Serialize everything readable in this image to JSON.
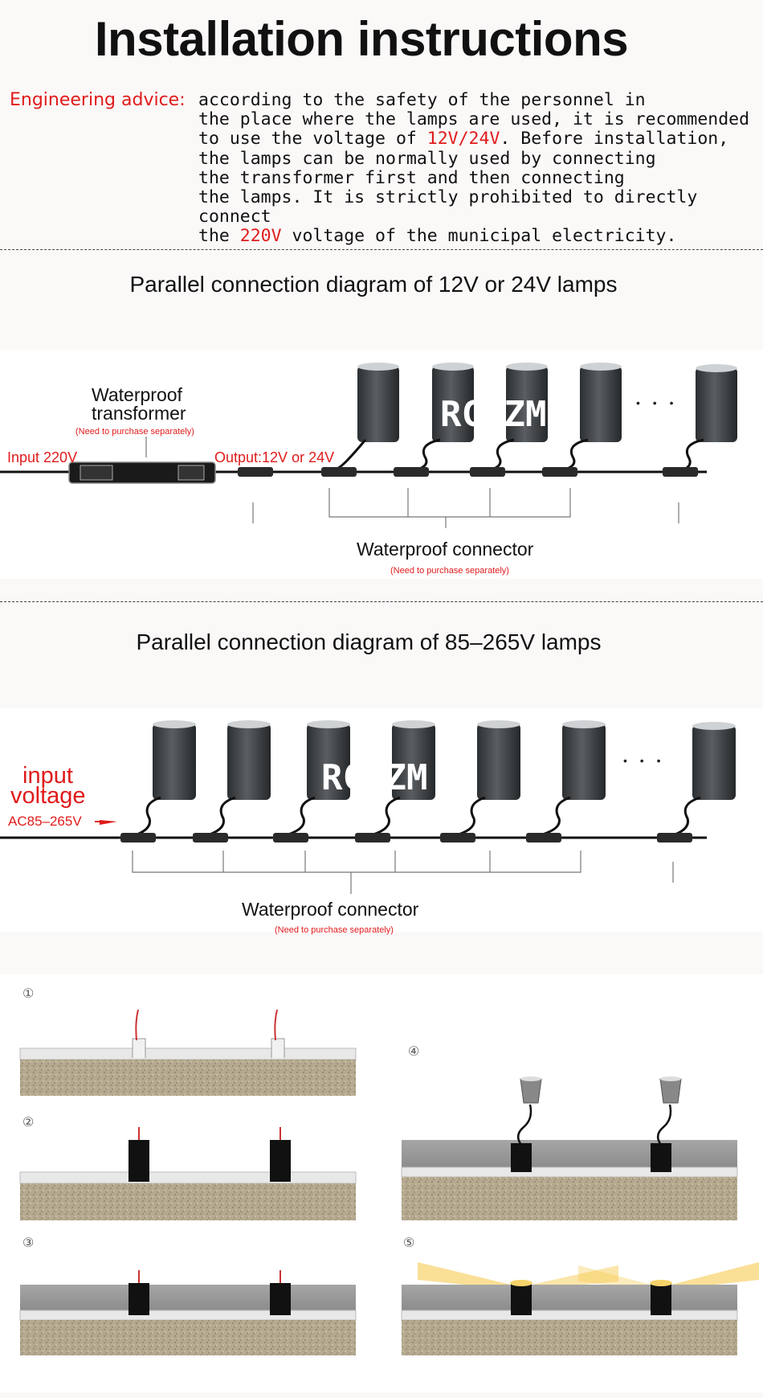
{
  "title": "Installation instructions",
  "advice": {
    "label": "Engineering advice:",
    "line1": "according to the safety of the personnel in",
    "line2": "the place where the lamps are used, it is recommended",
    "line3_pre": "to use the voltage of ",
    "line3_red": "12V/24V",
    "line3_post": ". Before installation,",
    "line4": "the lamps can be normally used by connecting",
    "line5": "the transformer first and then connecting",
    "line6": "the lamps. It is strictly prohibited to directly connect",
    "line7_pre": "the ",
    "line7_red": "220V",
    "line7_post": " voltage of the municipal electricity."
  },
  "diagram1": {
    "title": "Parallel connection diagram of 12V or 24V lamps",
    "transformer_l1": "Waterproof",
    "transformer_l2": "transformer",
    "transformer_note": "(Need to purchase separately)",
    "input": "Input 220V",
    "output": "Output:12V or 24V",
    "watermark": "RCHZM",
    "dots": "• • •",
    "connector": "Waterproof connector",
    "connector_note": "(Need to purchase separately)"
  },
  "diagram2": {
    "title": "Parallel connection diagram of 85–265V lamps",
    "input_l1": "input",
    "input_l2": "voltage",
    "input_l3": "AC85–265V",
    "watermark": "RCHZM",
    "dots": "• • •",
    "connector": "Waterproof connector",
    "connector_note": "(Need to purchase separately)"
  },
  "steps": {
    "s1": "①",
    "s2": "②",
    "s3": "③",
    "s4": "④",
    "s5": "⑤"
  },
  "colors": {
    "accent_red": "#e01b1b",
    "lamp": "#3a3d40",
    "concrete": "#9a9a9a",
    "soil": "#b3a68f"
  }
}
